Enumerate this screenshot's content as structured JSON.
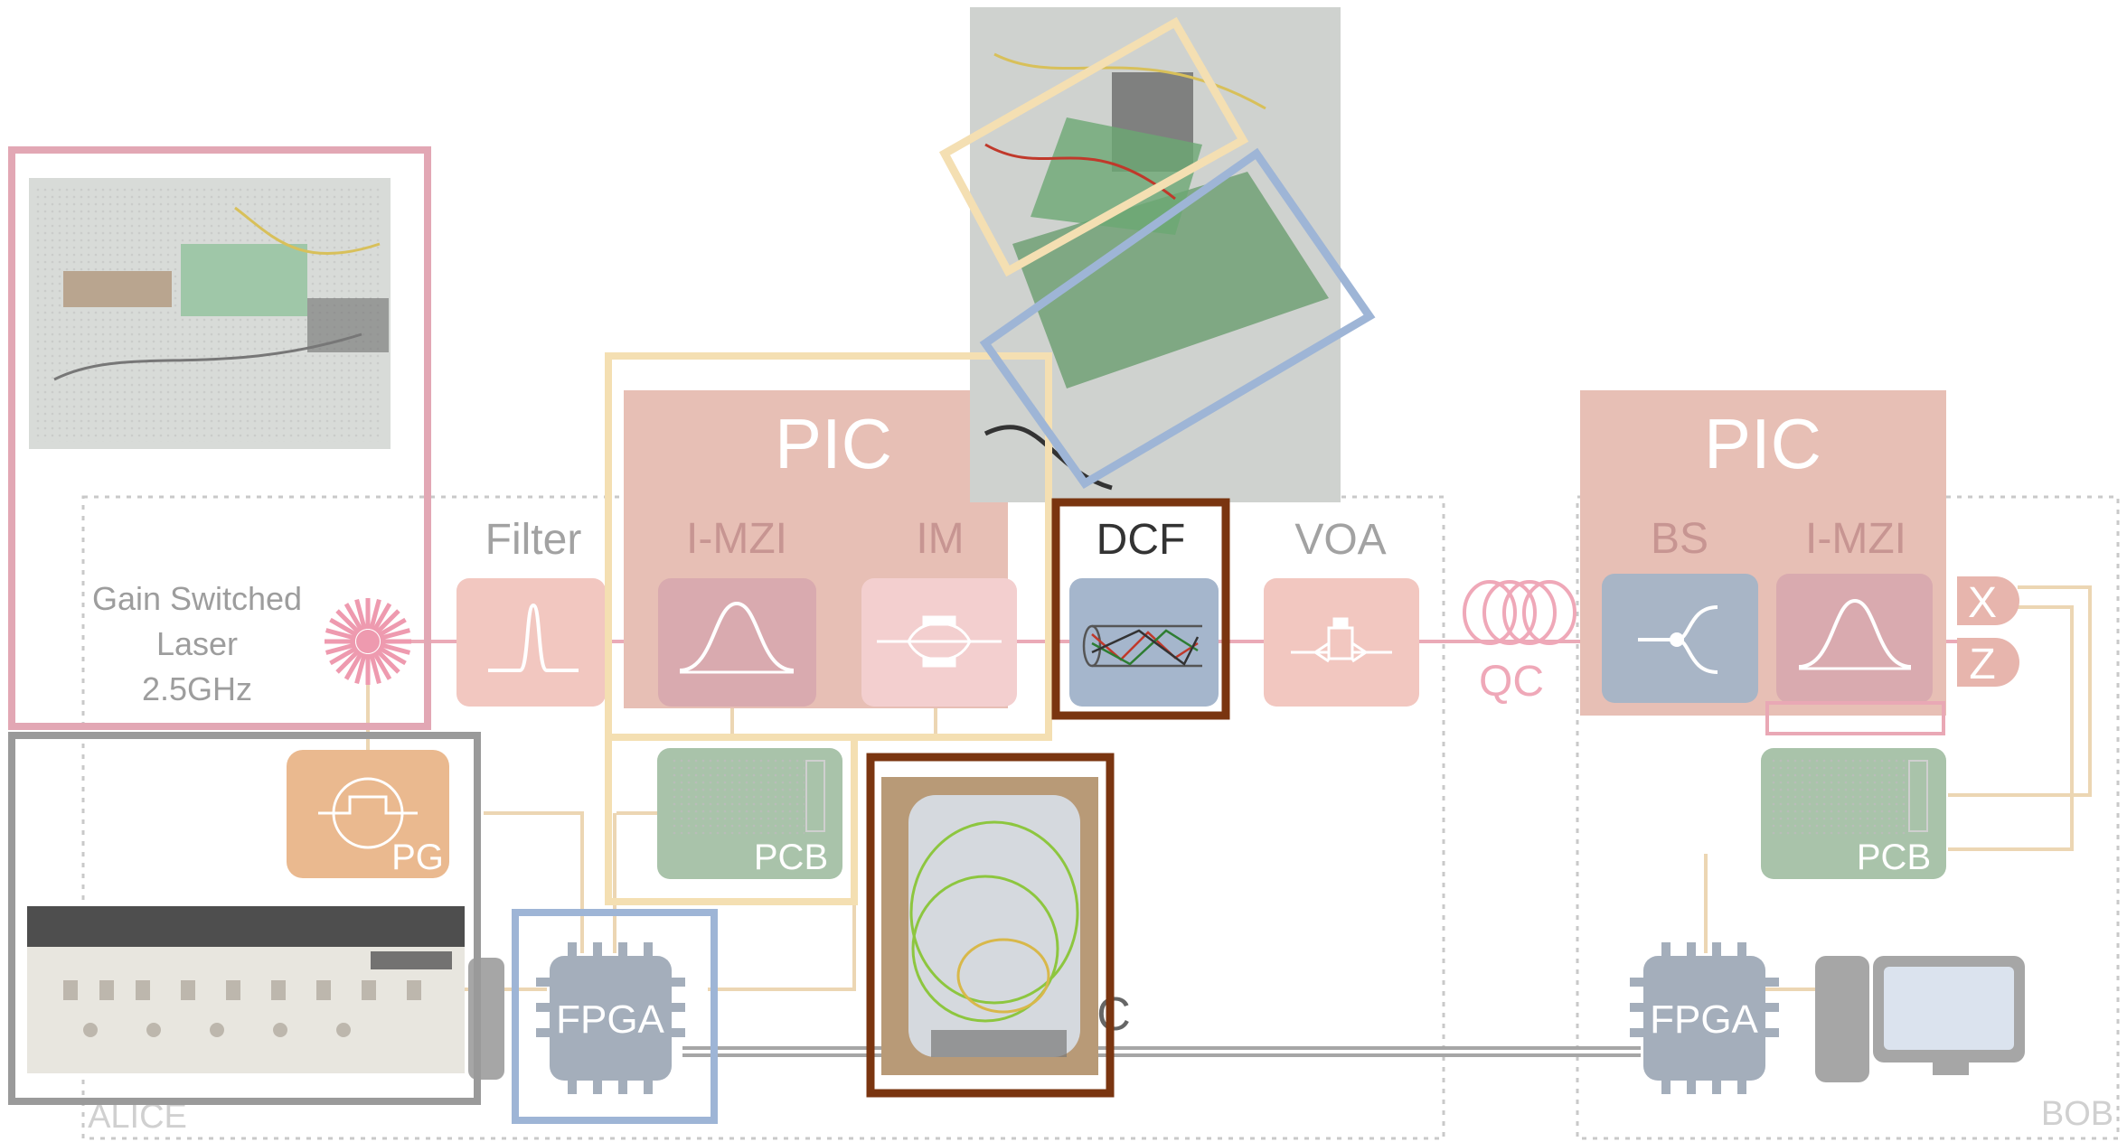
{
  "labels": {
    "gain_switched_laser": [
      "Gain Switched",
      "Laser",
      "2.5GHz"
    ],
    "filter": "Filter",
    "pic_alice": "PIC",
    "imzi_alice": "I-MZI",
    "im": "IM",
    "dcf": "DCF",
    "voa": "VOA",
    "qc": "QC",
    "pic_bob": "PIC",
    "bs": "BS",
    "imzi_bob": "I-MZI",
    "x_port": "X",
    "z_port": "Z",
    "pg": "PG",
    "pcb_alice": "PCB",
    "pcb_bob": "PCB",
    "fpga_alice": "FPGA",
    "fpga_bob": "FPGA",
    "alice": "ALICE",
    "bob": "BOB",
    "cc_partial": "C"
  },
  "icons": [
    "laser-starburst-icon",
    "gaussian-pulse-icon",
    "mzi-interference-icon",
    "intensity-modulator-icon",
    "dispersion-fiber-icon",
    "attenuator-icon",
    "fiber-coil-icon",
    "beam-splitter-icon",
    "pulse-generator-icon",
    "pcb-icon",
    "fpga-chip-icon",
    "computer-monitor-icon"
  ],
  "colors": {
    "pic_fill": "#e7bfb5",
    "pink_frame": "#e2a7b4",
    "gray_frame": "#9a9a9a",
    "yellow_frame": "#f4dfb2",
    "blue_frame": "#9eb5d6",
    "brown_frame": "#7a3510",
    "fiber_line": "#e9a8b5",
    "electric_line": "#e8cfa6",
    "pcb_fill": "#a9c3aa",
    "fpga_fill": "#a4aebb",
    "dcf_fill": "#a5b6cc",
    "bs_fill": "#a8b5c6",
    "pg_fill": "#eab98f",
    "text_gray": "#9a9a9a"
  }
}
